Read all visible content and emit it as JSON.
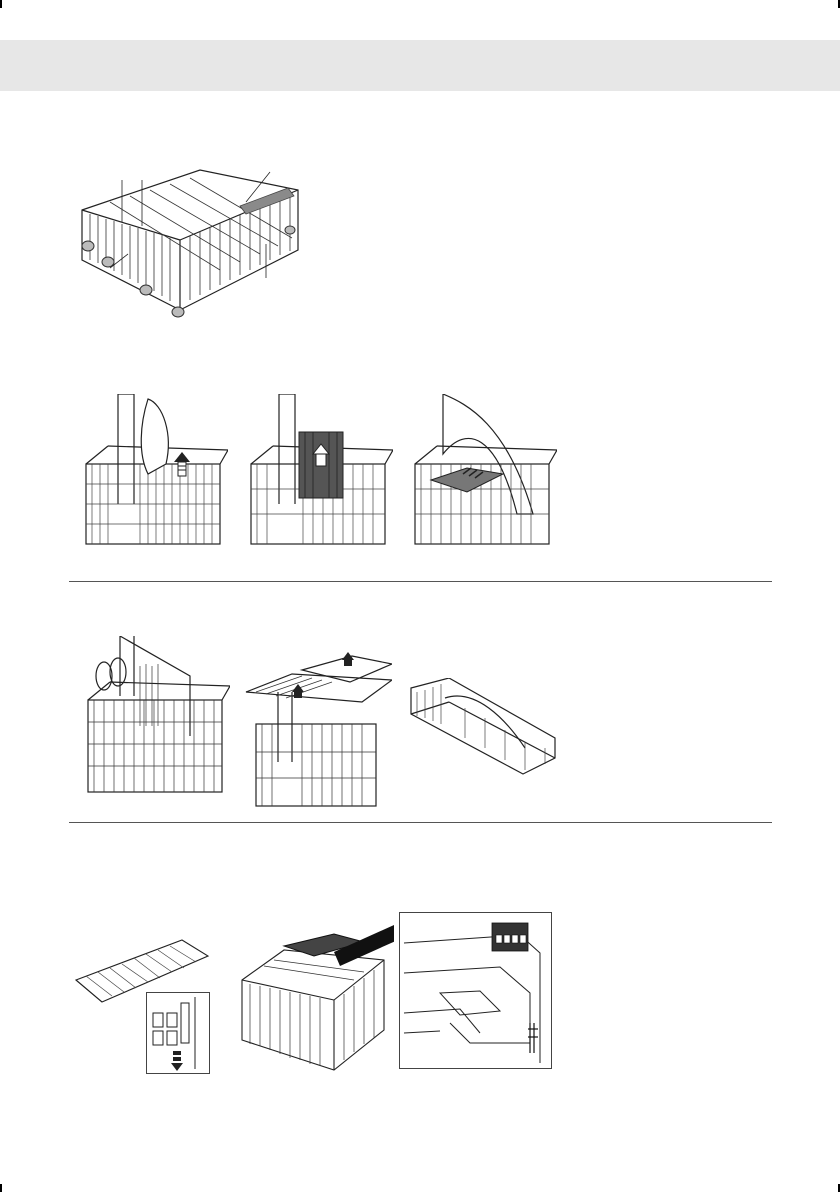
{
  "page": {
    "header_band_color": "#e7e7e7",
    "ink_color": "#222222",
    "accent_gray": "#8a8a8a"
  },
  "figures": [
    {
      "id": "lower-basket-overview",
      "kind": "wire basket with callout leader lines"
    },
    {
      "id": "cutlery-basket-step-1",
      "kind": "hand lifting handle out of cutlery basket"
    },
    {
      "id": "cutlery-basket-step-2",
      "kind": "divider insert with upward arrow"
    },
    {
      "id": "cutlery-basket-step-3",
      "kind": "cutlery basket with grid cover"
    },
    {
      "id": "cutlery-basket-loaded",
      "kind": "cutlery basket with utensils"
    },
    {
      "id": "cutlery-basket-lids-lifted",
      "kind": "basket lids lifting with arrows"
    },
    {
      "id": "cutlery-basket-tray",
      "kind": "detached half-basket tray"
    },
    {
      "id": "third-rack-folding",
      "kind": "fold-down rack with detail inset"
    },
    {
      "id": "upper-basket-third-rack",
      "kind": "upper basket with pointer arrow"
    },
    {
      "id": "third-rack-detail-inset",
      "kind": "framed detail drawing"
    }
  ]
}
